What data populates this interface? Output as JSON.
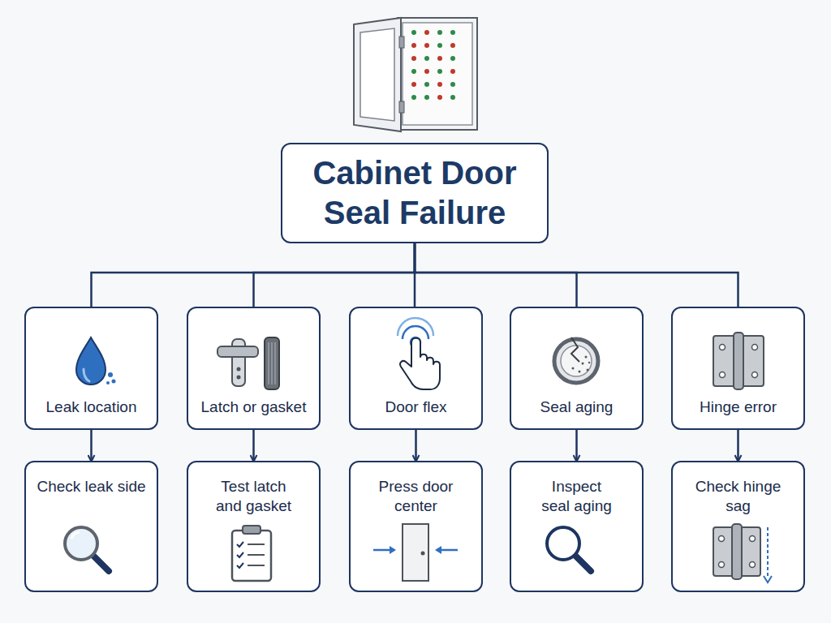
{
  "diagram": {
    "nodes": [
      {
        "text": [
          "Cabinet Door Seal Failure"
        ]
      },
      {
        "text": [
          "Leak location"
        ]
      },
      {
        "text": [
          "Latch or gasket"
        ]
      },
      {
        "text": [
          "Door flex"
        ]
      },
      {
        "text": [
          "Seal aging"
        ]
      },
      {
        "text": [
          "Hinge error"
        ]
      },
      {
        "text": [
          "Check leak side"
        ]
      },
      {
        "text": [
          "Test latch and gasket"
        ]
      },
      {
        "text": [
          "Press door center"
        ]
      },
      {
        "text": [
          "Inspect seal aging"
        ]
      },
      {
        "text": [
          "Check hinge sag"
        ]
      }
    ],
    "edges": [
      {
        "from": 0,
        "to": 1,
        "arrow": "none"
      },
      {
        "from": 0,
        "to": 2,
        "arrow": "none"
      },
      {
        "from": 0,
        "to": 3,
        "arrow": "none"
      },
      {
        "from": 0,
        "to": 4,
        "arrow": "none"
      },
      {
        "from": 0,
        "to": 5,
        "arrow": "none"
      },
      {
        "from": 1,
        "to": 6,
        "arrow": "to"
      },
      {
        "from": 2,
        "to": 7,
        "arrow": "to"
      },
      {
        "from": 3,
        "to": 8,
        "arrow": "to"
      },
      {
        "from": 4,
        "to": 9,
        "arrow": "to"
      },
      {
        "from": 5,
        "to": 10,
        "arrow": "to"
      }
    ]
  }
}
